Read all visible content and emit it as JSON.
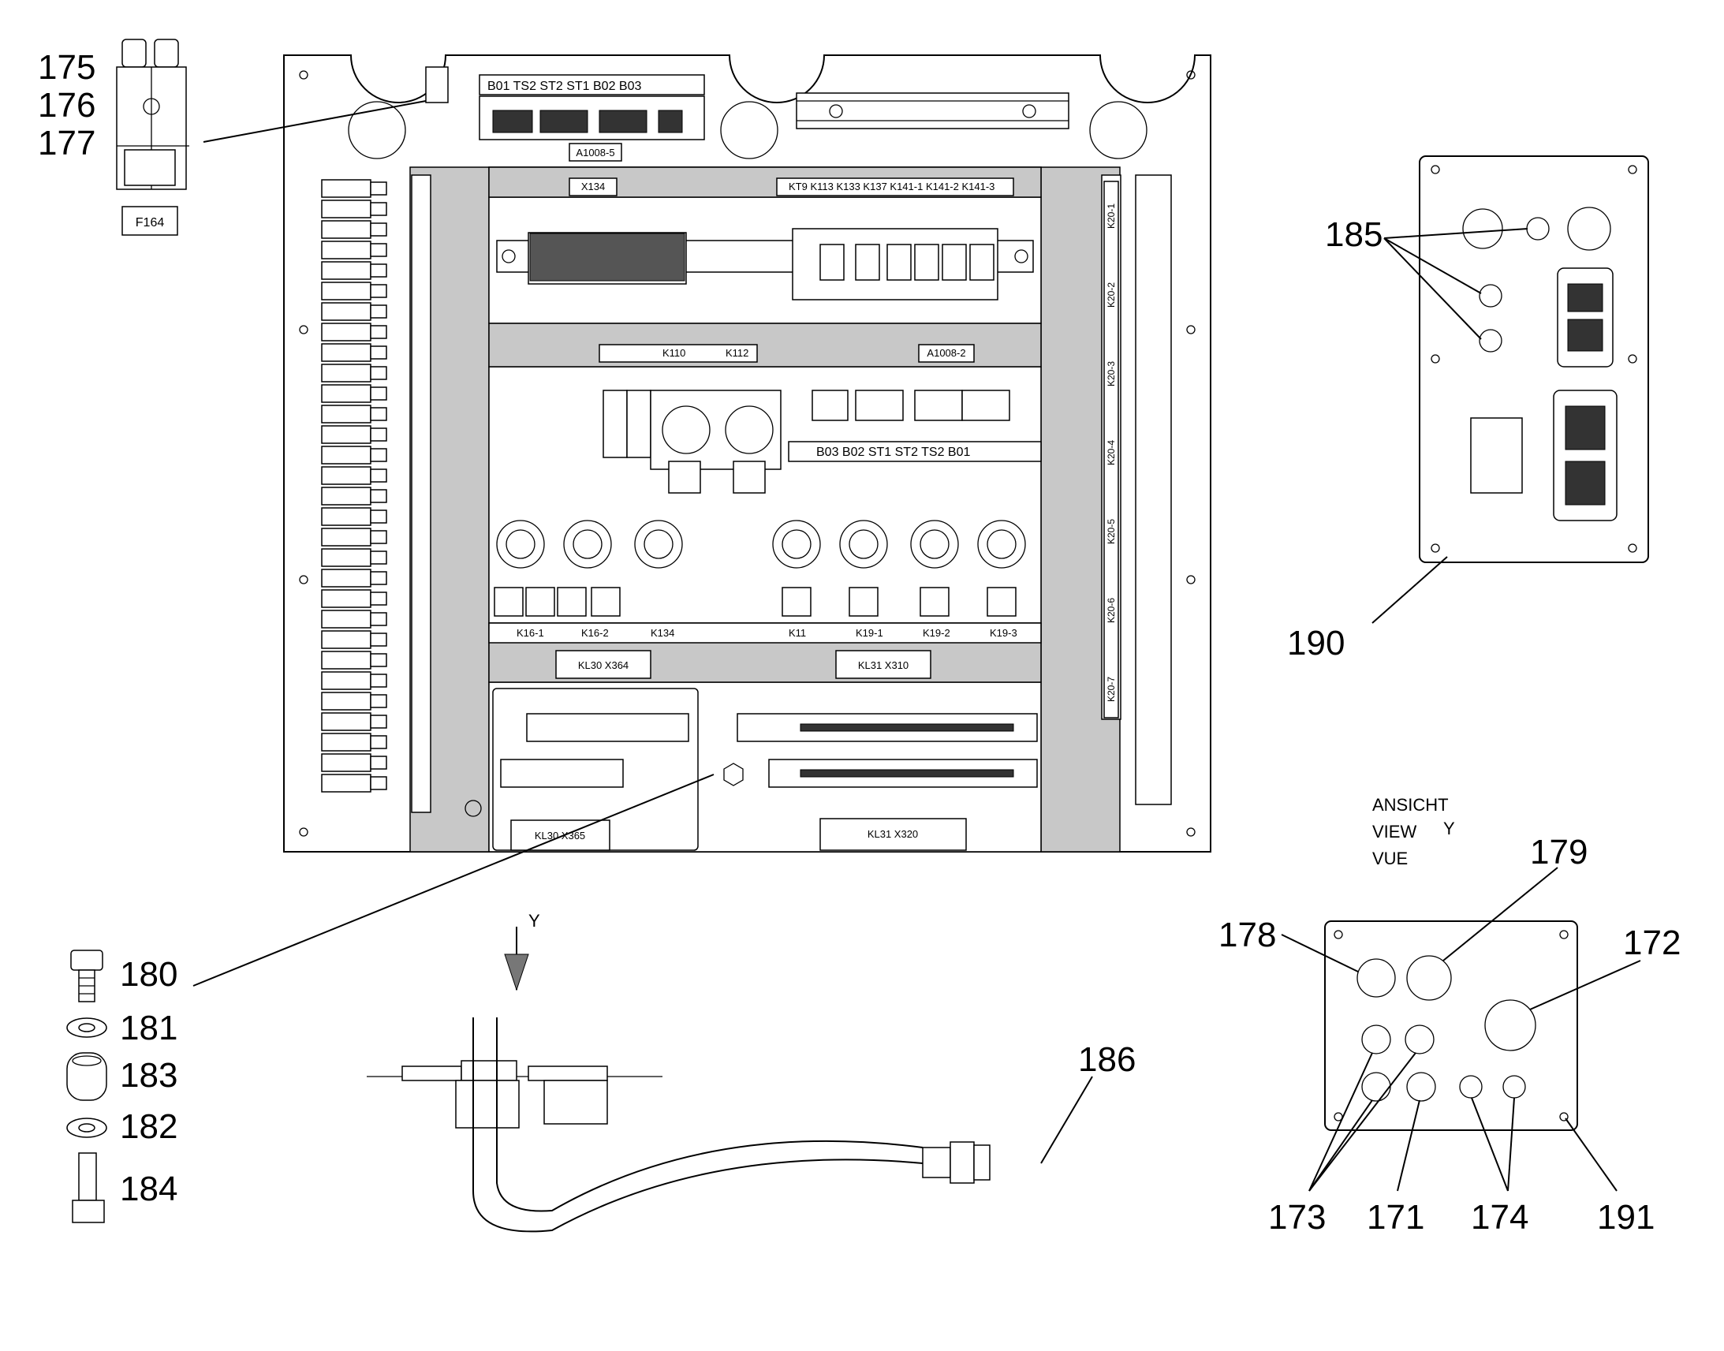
{
  "callouts": {
    "c175": "175",
    "c176": "176",
    "c177": "177",
    "c185": "185",
    "c190": "190",
    "c179": "179",
    "c178": "178",
    "c172": "172",
    "c180": "180",
    "c181": "181",
    "c183": "183",
    "c182": "182",
    "c184": "184",
    "c186": "186",
    "c173": "173",
    "c171": "171",
    "c174": "174",
    "c191": "191"
  },
  "labels": {
    "f164": "F164",
    "a1008_5": "A1008-5",
    "a1008_2": "A1008-2",
    "x134_top": "X134",
    "relay_row_top": "KT9  K113  K133  K137  K141-1  K141-2  K141-3",
    "mid_bar_k110": "K110",
    "mid_bar_k112": "K112",
    "conn_top_row": "B01  TS2   ST2  ST1  B02   B03",
    "conn_mid_row": "B03   B02  ST1  ST2   TS2  B01",
    "k16_1": "K16-1",
    "k16_2": "K16-2",
    "k134": "K134",
    "k11": "K11",
    "k19_1": "K19-1",
    "k19_2": "K19-2",
    "k19_3": "K19-3",
    "kl30_x364": "KL30  X364",
    "kl31_x310": "KL31  X310",
    "kl30_x365": "KL30  X365",
    "kl31_x320": "KL31  X320",
    "k20_1": "K20-1",
    "k20_2": "K20-2",
    "k20_3": "K20-3",
    "k20_4": "K20-4",
    "k20_5": "K20-5",
    "k20_6": "K20-6",
    "k20_7": "K20-7",
    "view_line1": "ANSICHT",
    "view_line2": "VIEW",
    "view_y": "Y",
    "view_line3": "VUE",
    "arrow_y": "Y"
  }
}
